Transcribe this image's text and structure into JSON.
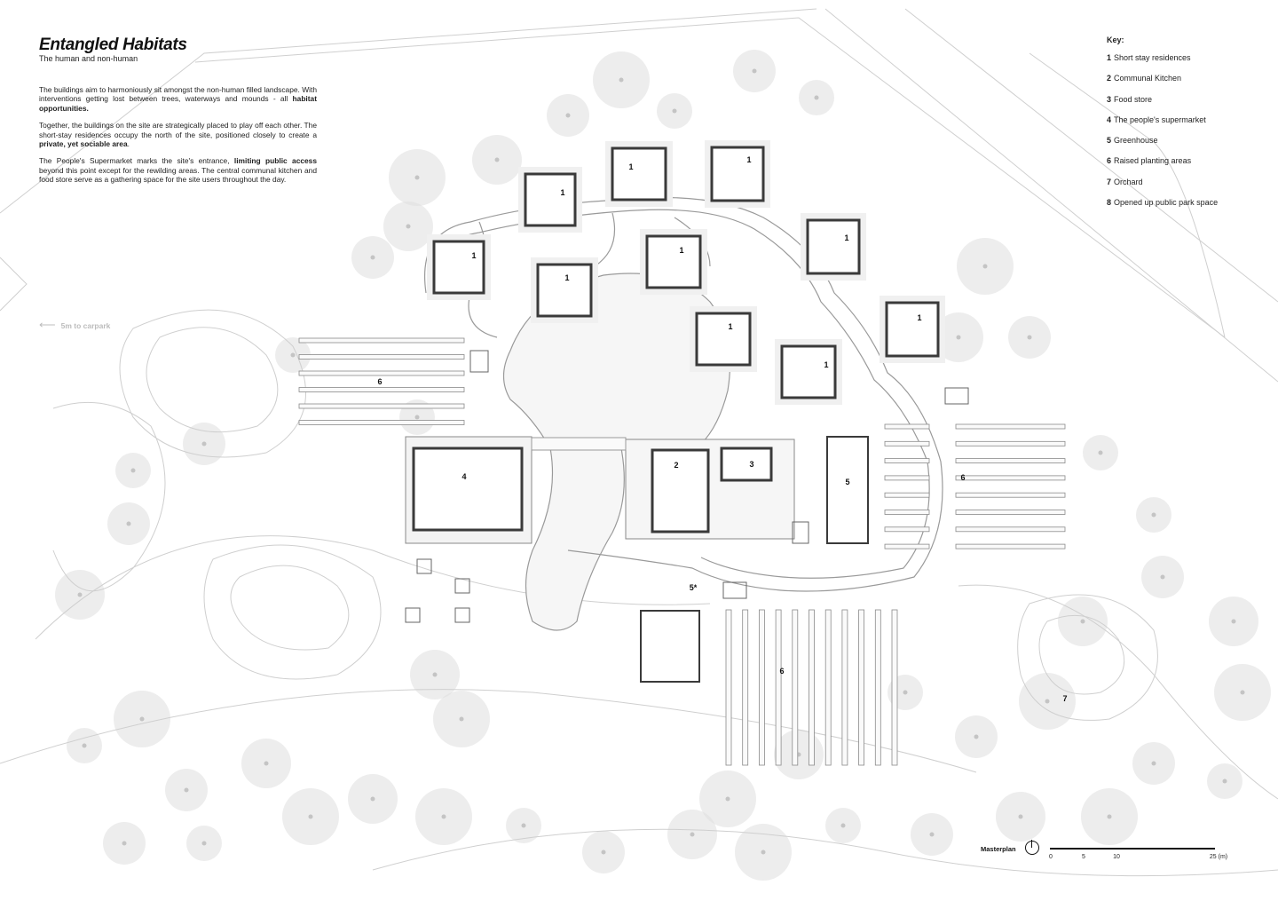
{
  "header": {
    "title": "Entangled Habitats",
    "subtitle": "The human and non-human"
  },
  "intro": {
    "p1_text": "The buildings aim to harmoniously sit amongst the non-human filled landscape. With interventions getting lost between trees, waterways and mounds - all ",
    "p1_bold": "habitat opportunities.",
    "p2_text": "Together, the buildings on the site are strategically placed  to play off each other. The short-stay residences occupy the north of the site, positioned closely to create a ",
    "p2_bold": "private, yet sociable area",
    "p2_end": ".",
    "p3_text": "The People's Supermarket marks the site's entrance, ",
    "p3_bold": "limiting public access",
    "p3_end": " beyond this point except for the rewilding areas. The central communal kitchen and food store serve as a gathering space for the site users throughout the day."
  },
  "key": {
    "title": "Key:",
    "items": [
      {
        "num": "1",
        "label": "Short stay residences"
      },
      {
        "num": "2",
        "label": "Communal Kitchen"
      },
      {
        "num": "3",
        "label": "Food store"
      },
      {
        "num": "4",
        "label": "The people's supermarket"
      },
      {
        "num": "5",
        "label": "Greenhouse"
      },
      {
        "num": "6",
        "label": "Raised planting areas"
      },
      {
        "num": "7",
        "label": "Orchard"
      },
      {
        "num": "8",
        "label": "Opened up public park space"
      }
    ]
  },
  "carpark": {
    "label": "5m to carpark",
    "icon": "arrow-left-icon"
  },
  "plan_labels": {
    "residence": "1",
    "kitchen": "2",
    "food_store": "3",
    "supermarket": "4",
    "greenhouse": "5",
    "greenhouse_small": "5*",
    "planting": "6",
    "orchard": "7"
  },
  "scale": {
    "title": "Masterplan",
    "north_icon": "north-arrow-icon",
    "ticks": [
      "0",
      "5",
      "10",
      "25 (m)"
    ]
  },
  "colors": {
    "tree": "#dedede",
    "tree_core": "#c4c4c4",
    "wall": "#3a3a3a",
    "path": "#9a9a9a",
    "line": "#cfcfcf"
  }
}
